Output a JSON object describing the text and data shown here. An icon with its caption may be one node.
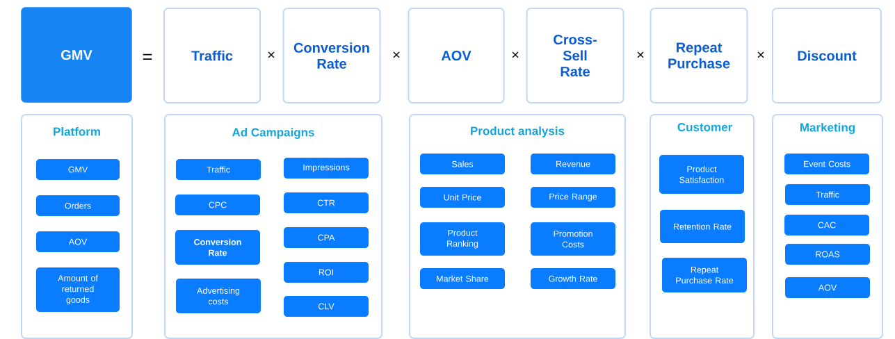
{
  "diagram": {
    "nodes": [
      {
        "text": [
          "GMV"
        ]
      },
      {
        "text": [
          "Traffic"
        ]
      },
      {
        "text": [
          "Conversion Rate"
        ]
      },
      {
        "text": [
          "AOV"
        ]
      },
      {
        "text": [
          "Cross-Sell Rate"
        ]
      },
      {
        "text": [
          "Repeat Purchase"
        ]
      },
      {
        "text": [
          "Discount"
        ]
      },
      {
        "text": [
          "Platform"
        ]
      },
      {
        "text": [
          "GMV"
        ],
        "in": 7
      },
      {
        "text": [
          "Orders"
        ],
        "in": 7
      },
      {
        "text": [
          "AOV"
        ],
        "in": 7
      },
      {
        "text": [
          "Amount of returned goods"
        ],
        "in": 7
      },
      {
        "text": [
          "Ad Campaigns"
        ]
      },
      {
        "text": [
          "Traffic"
        ],
        "in": 12
      },
      {
        "text": [
          "Impressions"
        ],
        "in": 12
      },
      {
        "text": [
          "CPC"
        ],
        "in": 12
      },
      {
        "text": [
          "CTR"
        ],
        "in": 12
      },
      {
        "text": [
          "Conversion Rate"
        ],
        "in": 12
      },
      {
        "text": [
          "CPA"
        ],
        "in": 12
      },
      {
        "text": [
          "Advertising costs"
        ],
        "in": 12
      },
      {
        "text": [
          "ROI"
        ],
        "in": 12
      },
      {
        "text": [
          "CLV"
        ],
        "in": 12
      },
      {
        "text": [
          "Product analysis"
        ]
      },
      {
        "text": [
          "Sales"
        ],
        "in": 22
      },
      {
        "text": [
          "Revenue"
        ],
        "in": 22
      },
      {
        "text": [
          "Unit Price"
        ],
        "in": 22
      },
      {
        "text": [
          "Price Range"
        ],
        "in": 22
      },
      {
        "text": [
          "Product Ranking"
        ],
        "in": 22
      },
      {
        "text": [
          "Promotion Costs"
        ],
        "in": 22
      },
      {
        "text": [
          "Market Share"
        ],
        "in": 22
      },
      {
        "text": [
          "Growth Rate"
        ],
        "in": 22
      },
      {
        "text": [
          "Customer"
        ]
      },
      {
        "text": [
          "Product Satisfaction"
        ],
        "in": 31
      },
      {
        "text": [
          "Retention Rate"
        ],
        "in": 31
      },
      {
        "text": [
          "Repeat Purchase Rate"
        ],
        "in": 31
      },
      {
        "text": [
          "Marketing"
        ]
      },
      {
        "text": [
          "Event Costs"
        ],
        "in": 35
      },
      {
        "text": [
          "Traffic"
        ],
        "in": 35
      },
      {
        "text": [
          "CAC"
        ],
        "in": 35
      },
      {
        "text": [
          "ROAS"
        ],
        "in": 35
      },
      {
        "text": [
          "AOV"
        ],
        "in": 35
      }
    ],
    "labels": [
      "=",
      "×",
      "×",
      "×",
      "×",
      "×"
    ]
  }
}
